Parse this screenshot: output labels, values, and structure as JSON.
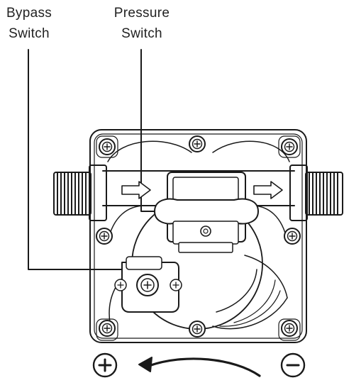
{
  "labels": {
    "bypass_switch": [
      "Bypass",
      "Switch"
    ],
    "pressure_switch": [
      "Pressure",
      "Switch"
    ]
  },
  "polarity": {
    "positive": "+",
    "negative": "−"
  },
  "colors": {
    "line": "#1a1a1a",
    "background": "#ffffff"
  },
  "icons": [
    "plus-icon",
    "minus-icon",
    "curved-arrow-icon",
    "flow-arrow-icon",
    "screw-icon"
  ]
}
